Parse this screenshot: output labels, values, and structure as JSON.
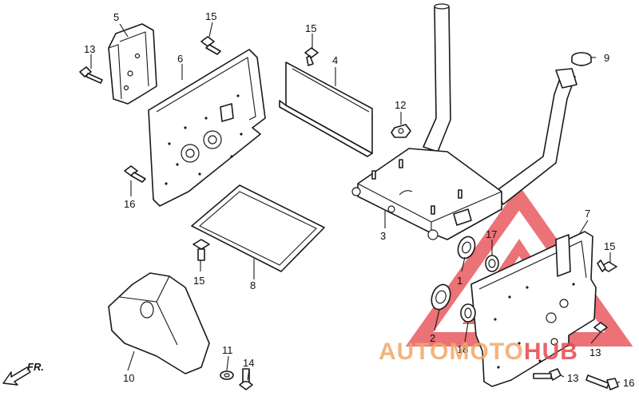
{
  "labels": {
    "p1": "1",
    "p2": "2",
    "p3": "3",
    "p4": "4",
    "p5": "5",
    "p6": "6",
    "p7": "7",
    "p8": "8",
    "p9": "9",
    "p10": "10",
    "p11": "11",
    "p12": "12",
    "p13a": "13",
    "p13b": "13",
    "p13c": "13",
    "p14": "14",
    "p15a": "15",
    "p15b": "15",
    "p15c": "15",
    "p15d": "15",
    "p16a": "16",
    "p16b": "16",
    "p17": "17",
    "p18": "18"
  },
  "front_marker": "FR.",
  "watermark": {
    "text_part1": "AUTOMOTO",
    "text_part2": "HUB",
    "color_orange": "#f0a868",
    "color_red": "#e5484d"
  }
}
